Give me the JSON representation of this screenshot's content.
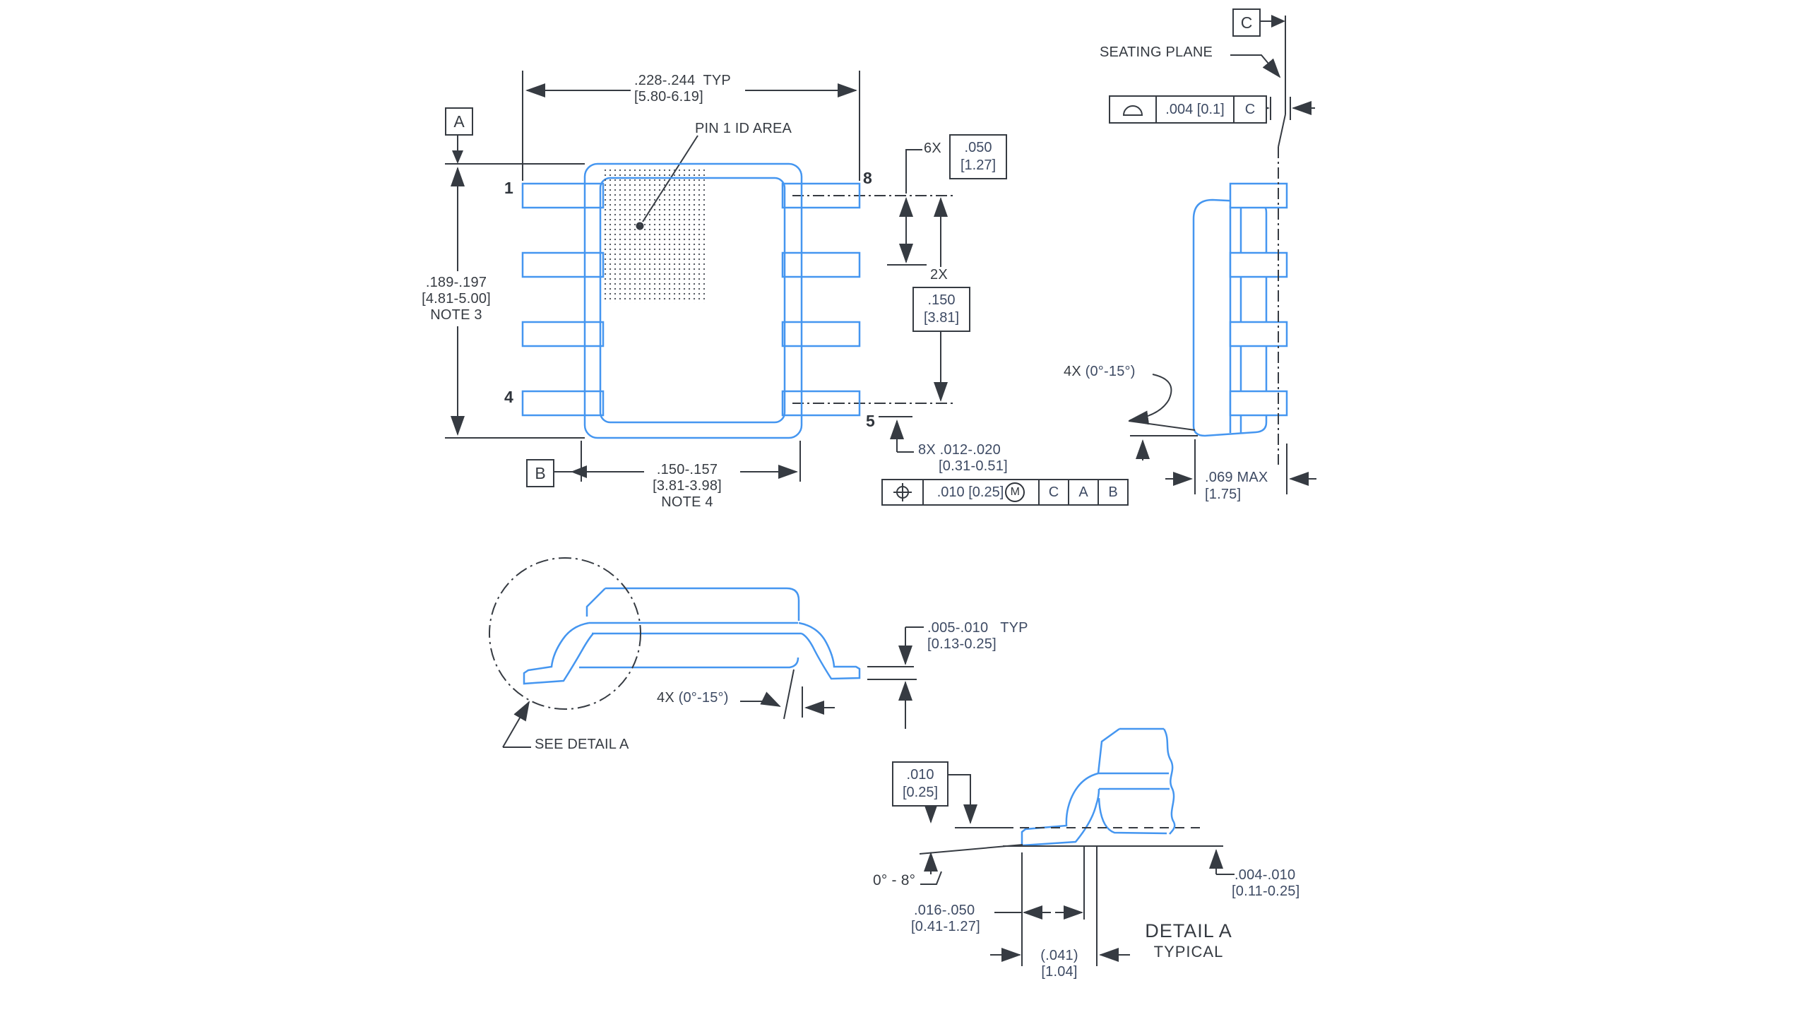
{
  "colors": {
    "part_blue": "#4596f0",
    "ink": "#363b42"
  },
  "top_view": {
    "overall_width": ".228-.244  TYP",
    "overall_width_mm": "[5.80-6.19]",
    "pin1_label": "PIN 1 ID AREA",
    "pin_top_left": "1",
    "pin_bottom_left": "4",
    "pin_top_right": "8",
    "pin_bottom_right": "5",
    "length": ".189-.197",
    "length_mm": "[4.81-5.00]",
    "length_note": "NOTE 3",
    "width": ".150-.157",
    "width_mm": "[3.81-3.98]",
    "width_note": "NOTE 4",
    "pitch_qty": "6X",
    "pitch": ".050",
    "pitch_mm": "[1.27]",
    "span_qty": "2X",
    "span": ".150",
    "span_mm": "[3.81]",
    "lead_width": "8X .012-.020",
    "lead_width_mm": "[0.31-0.51]",
    "datum_a": "A",
    "datum_b": "B",
    "position_fcf": {
      "symbol": "position-tolerance",
      "tolerance": ".010 [0.25]",
      "modifier": "M",
      "datum_1": "C",
      "datum_2": "A",
      "datum_3": "B"
    }
  },
  "end_view": {
    "datum_c": "C",
    "seating_plane": "SEATING PLANE",
    "profile_fcf": {
      "symbol": "profile-of-surface",
      "tolerance": ".004 [0.1]",
      "datum": "C"
    },
    "lead_angle_qty": "4X ",
    "lead_angle": "(0°-15°)",
    "height": ".069 MAX",
    "height_mm": "[1.75]"
  },
  "front_view": {
    "lead_angle_qty": "4X ",
    "lead_angle": "(0°-15°)",
    "see_detail": "SEE DETAIL A",
    "lead_thickness": ".005-.010   TYP",
    "lead_thickness_mm": "[0.13-0.25]"
  },
  "detail_a": {
    "gauge_plane": ".010",
    "gauge_plane_mm": "[0.25]",
    "foot_angle": "0° - 8°",
    "foot_length": ".016-.050",
    "foot_length_mm": "[0.41-1.27]",
    "foot_ref": "(.041)",
    "foot_ref_mm": "[1.04]",
    "standoff": ".004-.010",
    "standoff_mm": "[0.11-0.25]",
    "title": "DETAIL A",
    "subtitle": "TYPICAL"
  }
}
